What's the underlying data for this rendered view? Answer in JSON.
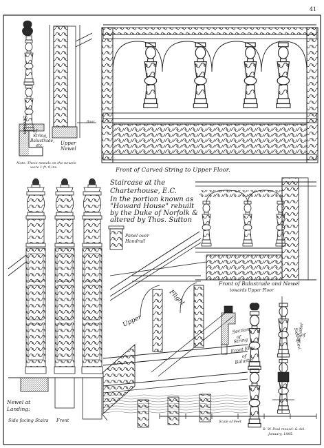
{
  "sheet": {
    "plate_number": "41",
    "title_lines": [
      "Staircase at the",
      "Charterhouse, E.C.",
      "In the portion known as",
      "\"Howard House\" rebuilt",
      "by the Duke of Norfolk &",
      "altered by Thos. Sutton"
    ],
    "labels": {
      "section_string": [
        "Section",
        "of",
        "String,",
        "Balustrade,",
        "etc."
      ],
      "upper_newel": [
        "Upper",
        "Newel"
      ],
      "floor": "floor",
      "note": [
        "Note: These newels on the newels",
        "were 1 ft. 9 ins."
      ],
      "front_string": "Front of Carved String to Upper Floor.",
      "panel": [
        "Panel over",
        "Handrail"
      ],
      "front_balustrade": "Front of Balustrade and Newel",
      "towards_upper_floor": "towards Upper Floor",
      "upper": "Upper",
      "flight": "Flight",
      "section_string_2": [
        "Section",
        "of",
        "String"
      ],
      "front_elev": [
        "Front Elev.",
        "of",
        "Baluster"
      ],
      "side_elev": [
        "Side Elev.",
        "of",
        "Baluster"
      ],
      "newel_landing": [
        "Newel at",
        "Landing:"
      ],
      "side_facing_stairs": "Side facing Stairs",
      "front": "Front",
      "scale": "Scale of Feet",
      "signature": [
        "B. W. Paul measd. & del.",
        "January, 1885."
      ]
    }
  }
}
